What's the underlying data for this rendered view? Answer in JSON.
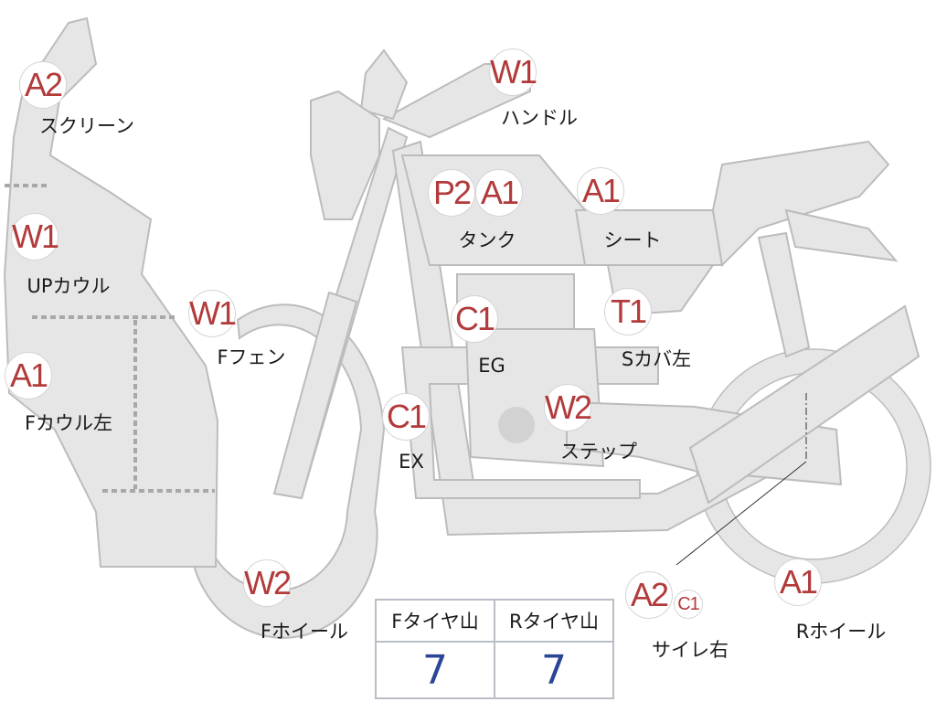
{
  "markers": [
    {
      "code": "A2",
      "part": "スクリーン"
    },
    {
      "code": "W1",
      "part": "UPカウル"
    },
    {
      "code": "A1",
      "part": "Fカウル左"
    },
    {
      "code": "W1",
      "part": "Fフェン"
    },
    {
      "code": "W2",
      "part": "Fホイール"
    },
    {
      "code": "W1",
      "part": "ハンドル"
    },
    {
      "code": "P2",
      "code2": "A1",
      "part": "タンク"
    },
    {
      "code": "A1",
      "part": "シート"
    },
    {
      "code": "C1",
      "part": "EG"
    },
    {
      "code": "T1",
      "part": "Sカバ左"
    },
    {
      "code": "C1",
      "part": "EX"
    },
    {
      "code": "W2",
      "part": "ステップ"
    },
    {
      "code": "A2",
      "code2": "C1",
      "part": "サイレ右"
    },
    {
      "code": "A1",
      "part": "Rホイール"
    }
  ],
  "tread_table": {
    "headers": [
      "Fタイヤ山",
      "Rタイヤ山"
    ],
    "values": [
      "7",
      "7"
    ]
  },
  "colors": {
    "part_fill": "#e6e6e6",
    "marker_text": "#b23a3a",
    "value_text": "#2b4597"
  }
}
